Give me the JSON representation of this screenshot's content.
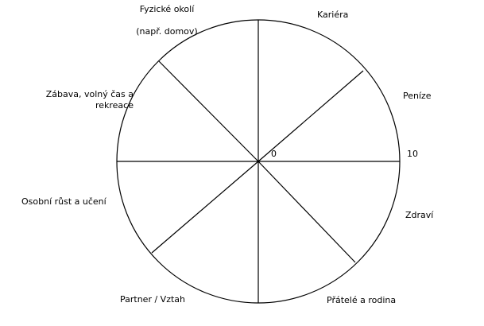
{
  "wheel": {
    "stroke_color": "#000000",
    "center_value": "0",
    "max_value": "10",
    "sections": [
      {
        "id": "fyzicke-okoli",
        "line1": "Fyzické okolí",
        "line2": "(např. domov)"
      },
      {
        "id": "kariera",
        "line1": "Kariéra"
      },
      {
        "id": "penize",
        "line1": "Peníze"
      },
      {
        "id": "zdravi",
        "line1": "Zdraví"
      },
      {
        "id": "pratele-a-rodina",
        "line1": "Přátelé a rodina"
      },
      {
        "id": "partner-vztah",
        "line1": "Partner / Vztah"
      },
      {
        "id": "osobni-rust",
        "line1": "Osobní růst a učení"
      },
      {
        "id": "zabava",
        "line1": "Zábava, volný čas a",
        "line2": "rekreace"
      }
    ]
  }
}
